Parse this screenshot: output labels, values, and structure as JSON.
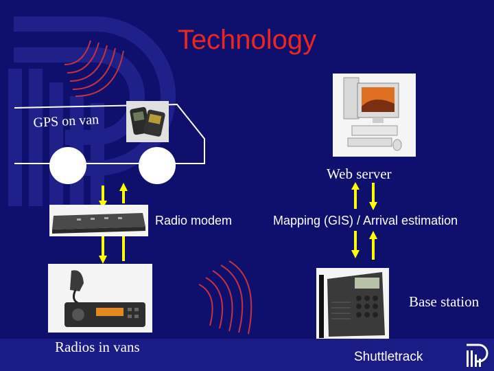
{
  "slide": {
    "title": "Technology",
    "labels": {
      "gps": "GPS on van",
      "web_server": "Web server",
      "radio_modem": "Radio modem",
      "mapping": "Mapping (GIS) / Arrival estimation",
      "base_station": "Base station",
      "radios": "Radios in vans",
      "footer": "Shuttletrack"
    }
  },
  "colors": {
    "background": "#0f0f6e",
    "title": "#e8281e",
    "arrow": "#ffff00",
    "waves": "#c8323c"
  },
  "icons": [
    "radio-wave-icon",
    "double-arrow-icon",
    "logo-icon"
  ]
}
